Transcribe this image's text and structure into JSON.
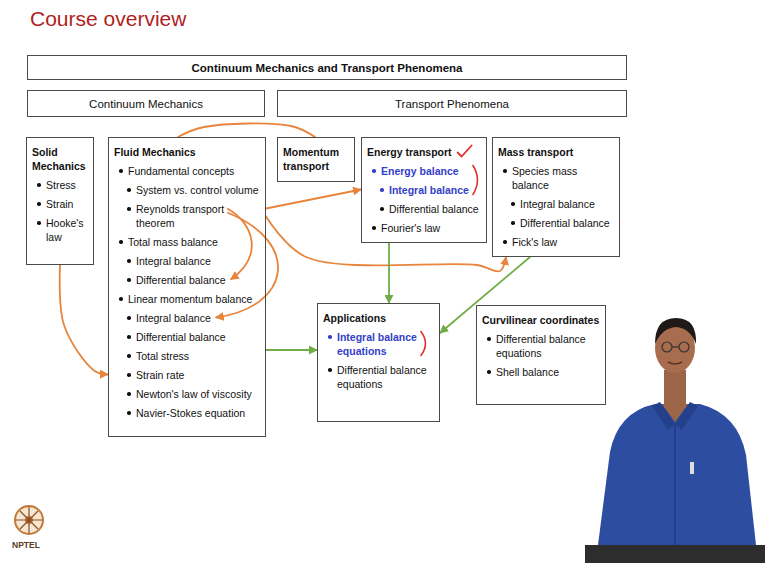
{
  "diagram": {
    "title": "Course overview",
    "nodes": [
      {
        "text": [
          "Continuum Mechanics and Transport Phenomena"
        ]
      },
      {
        "text": [
          "Continuum Mechanics"
        ]
      },
      {
        "text": [
          "Transport Phenomena"
        ]
      },
      {
        "text": [
          "Solid Mechanics",
          "Stress",
          "Strain",
          "Hooke's law"
        ]
      },
      {
        "text": [
          "Fluid Mechanics",
          "Fundamental concepts",
          "System vs. control volume",
          "Reynolds transport theorem",
          "Total mass balance",
          "Integral balance",
          "Differential balance",
          "Linear momentum balance",
          "Integral balance",
          "Differential balance",
          "Total stress",
          "Strain rate",
          "Newton's law of viscosity",
          "Navier-Stokes equation"
        ]
      },
      {
        "text": [
          "Momentum transport"
        ]
      },
      {
        "text": [
          "Energy transport",
          "Energy balance",
          "Integral balance",
          "Differential balance",
          "Fourier's law"
        ]
      },
      {
        "text": [
          "Mass transport",
          "Species mass balance",
          "Integral balance",
          "Differential balance",
          "Fick's law"
        ]
      },
      {
        "text": [
          "Applications",
          "Integral balance equations",
          "Differential balance equations"
        ]
      },
      {
        "text": [
          "Curvilinear coordinates",
          "Differential balance equations",
          "Shell balance"
        ]
      }
    ],
    "edges": [
      {
        "from": 4,
        "to": 5,
        "arrow": "none"
      },
      {
        "from": 4,
        "to": 6,
        "arrow": "to"
      },
      {
        "from": 4,
        "to": 7,
        "arrow": "to"
      },
      {
        "from": 3,
        "to": 4,
        "arrow": "to"
      },
      {
        "from": 6,
        "to": 8,
        "arrow": "to"
      },
      {
        "from": 7,
        "to": 8,
        "arrow": "to"
      },
      {
        "from": 4,
        "to": 8,
        "arrow": "to"
      }
    ],
    "labels": [
      "NPTEL"
    ]
  }
}
